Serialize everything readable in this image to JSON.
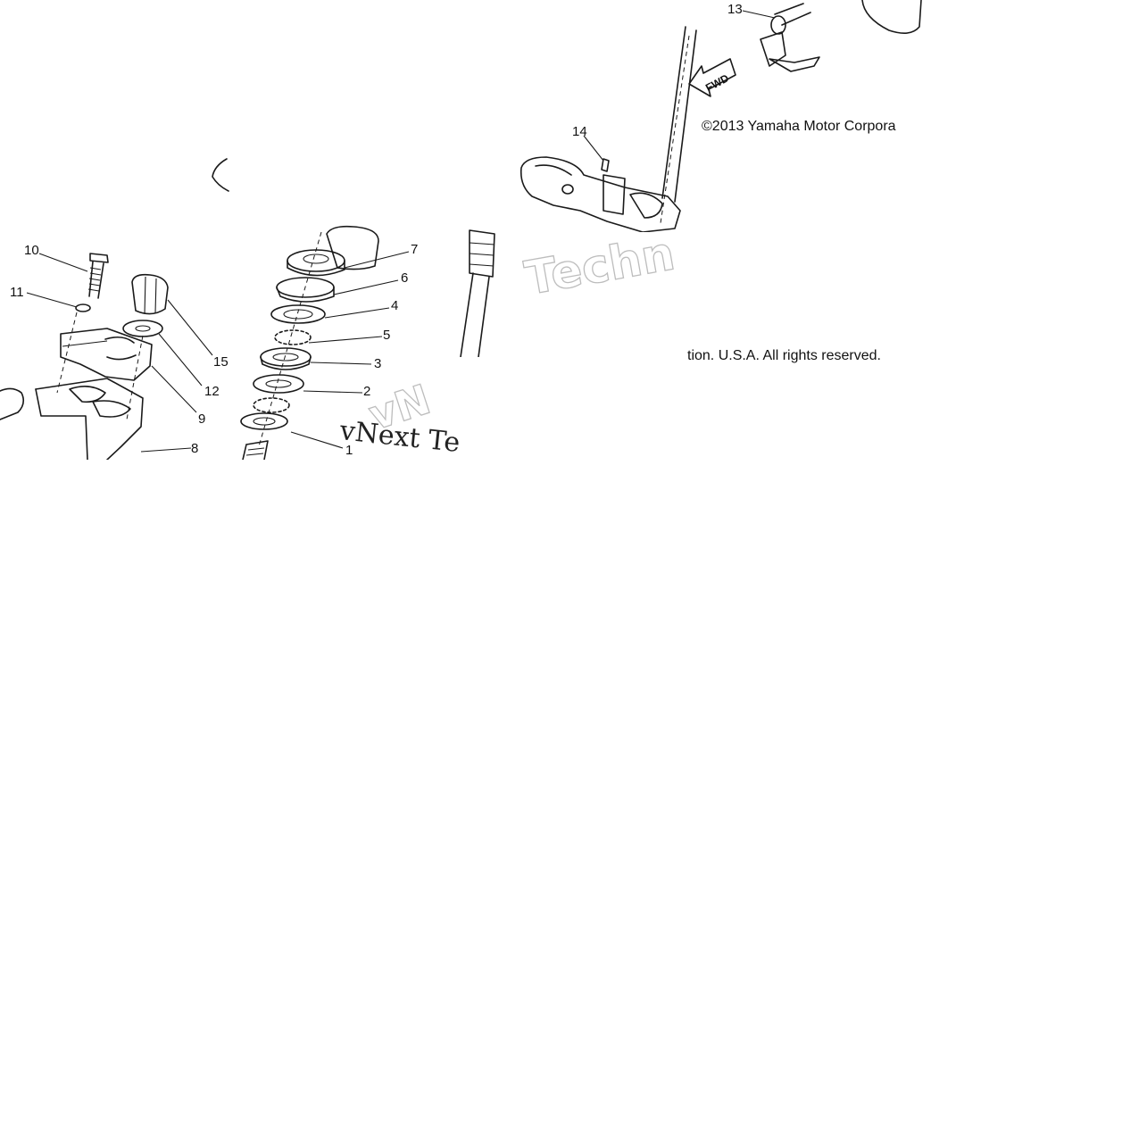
{
  "callouts": {
    "c1": "1",
    "c2": "2",
    "c3": "3",
    "c4": "4",
    "c5": "5",
    "c6": "6",
    "c7": "7",
    "c8": "8",
    "c9": "9",
    "c10": "10",
    "c11": "11",
    "c12": "12",
    "c13": "13",
    "c14": "14",
    "c15": "15"
  },
  "fwd_label": "FWD",
  "copyright": {
    "line1": "©2013 Yamaha Motor Corpora",
    "line2": "tion. U.S.A. All rights reserved."
  },
  "watermarks": {
    "techn": "Techn",
    "vnext": "vNext Te",
    "vn": "vN"
  }
}
